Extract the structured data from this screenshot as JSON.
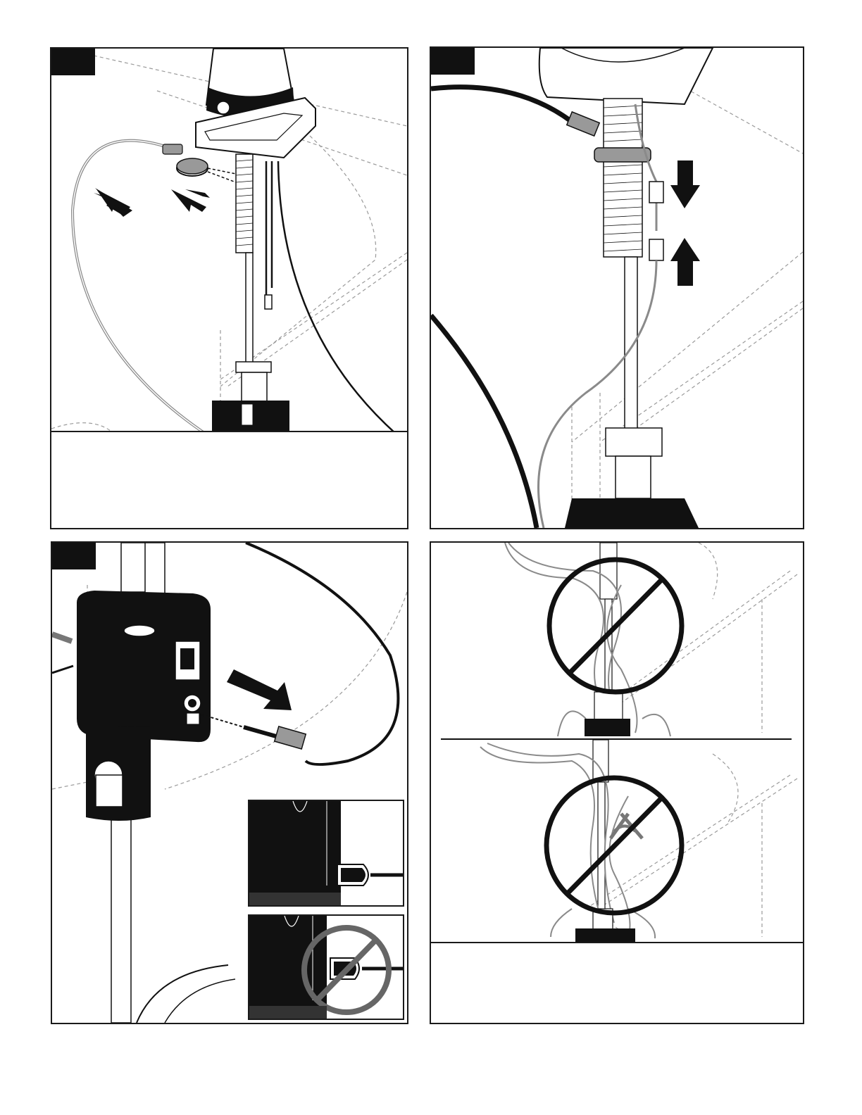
{
  "panels": [
    {
      "id": "panel-1",
      "step_label": "",
      "caption": ""
    },
    {
      "id": "panel-2",
      "step_label": "",
      "caption": ""
    },
    {
      "id": "panel-3",
      "step_label": "",
      "caption": ""
    },
    {
      "id": "panel-4",
      "step_label": "",
      "caption": ""
    }
  ],
  "icons": [
    "double-arrow-icon",
    "push-arrow-icon",
    "prohibited-icon",
    "power-symbol-icon"
  ],
  "colors": {
    "ink": "#111111",
    "wire_gray": "#8a8a8a",
    "dash_gray": "#9a9a9a",
    "prohibit_gray": "#666666"
  }
}
